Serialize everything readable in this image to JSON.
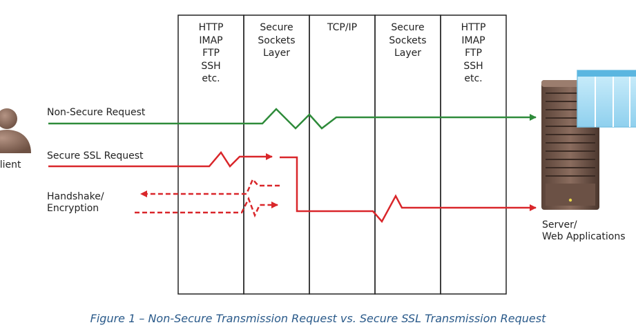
{
  "layers": [
    {
      "lines": [
        "HTTP",
        "IMAP",
        "FTP",
        "SSH",
        "etc."
      ]
    },
    {
      "lines": [
        "Secure",
        "Sockets",
        "Layer"
      ]
    },
    {
      "lines": [
        "TCP/IP"
      ]
    },
    {
      "lines": [
        "Secure",
        "Sockets",
        "Layer"
      ]
    },
    {
      "lines": [
        "HTTP",
        "IMAP",
        "FTP",
        "SSH",
        "etc."
      ]
    }
  ],
  "labels": {
    "non_secure": "Non-Secure Request",
    "secure_ssl": "Secure SSL Request",
    "handshake_1": "Handshake/",
    "handshake_2": "Encryption",
    "client": "Client",
    "server_1": "Server/",
    "server_2": "Web Applications"
  },
  "caption": "Figure 1 – Non-Secure Transmission Request vs. Secure SSL Transmission Request",
  "colors": {
    "non_secure_line": "#2e8b3a",
    "secure_line": "#d9262a",
    "caption": "#2a5a8a",
    "border": "#222222"
  },
  "icons": [
    "client-person-icon",
    "server-rack-icon",
    "web-app-window-icon"
  ]
}
